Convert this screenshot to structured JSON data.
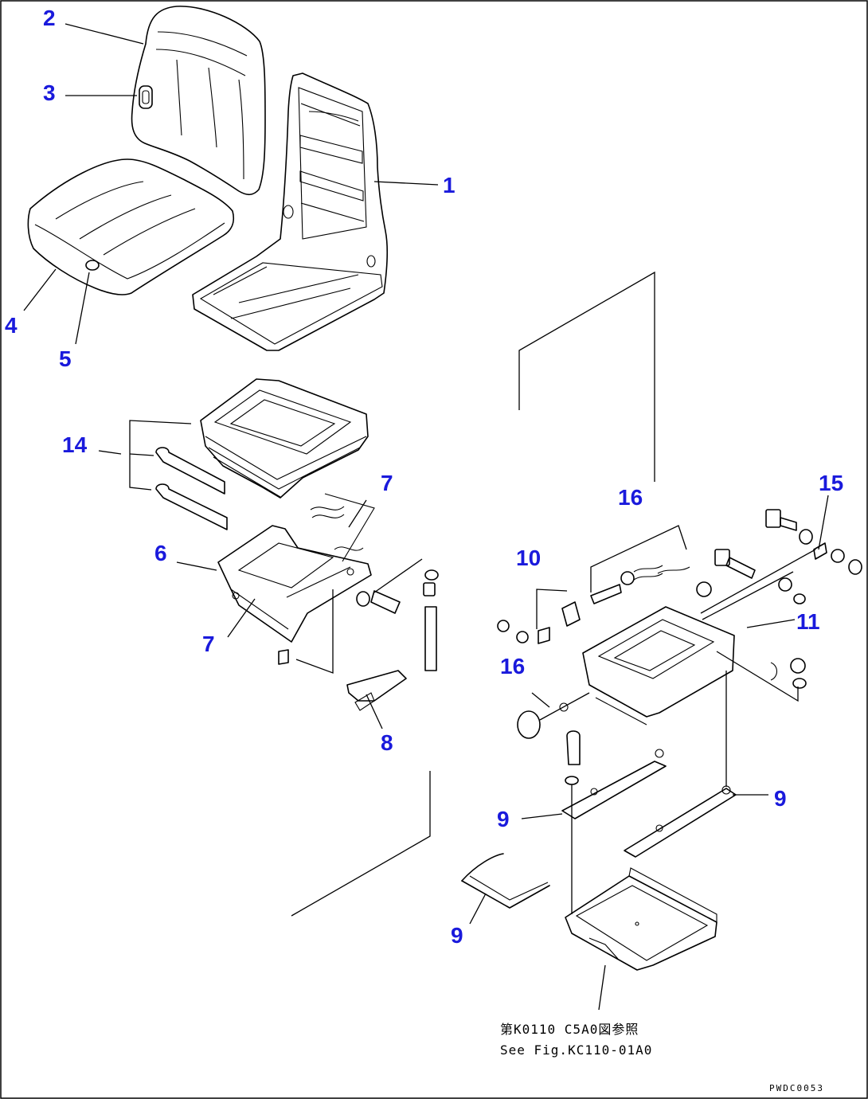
{
  "callouts": {
    "c1": "1",
    "c2": "2",
    "c3": "3",
    "c4": "4",
    "c5": "5",
    "c6": "6",
    "c7a": "7",
    "c7b": "7",
    "c8": "8",
    "c9a": "9",
    "c9b": "9",
    "c9c": "9",
    "c10": "10",
    "c11": "11",
    "c14": "14",
    "c15": "15",
    "c16a": "16",
    "c16b": "16"
  },
  "reference_note": {
    "line1": "第K0110 C5A0図参照",
    "line2": "See Fig.KC110-01A0"
  },
  "drawing_code": "PWDC0053"
}
